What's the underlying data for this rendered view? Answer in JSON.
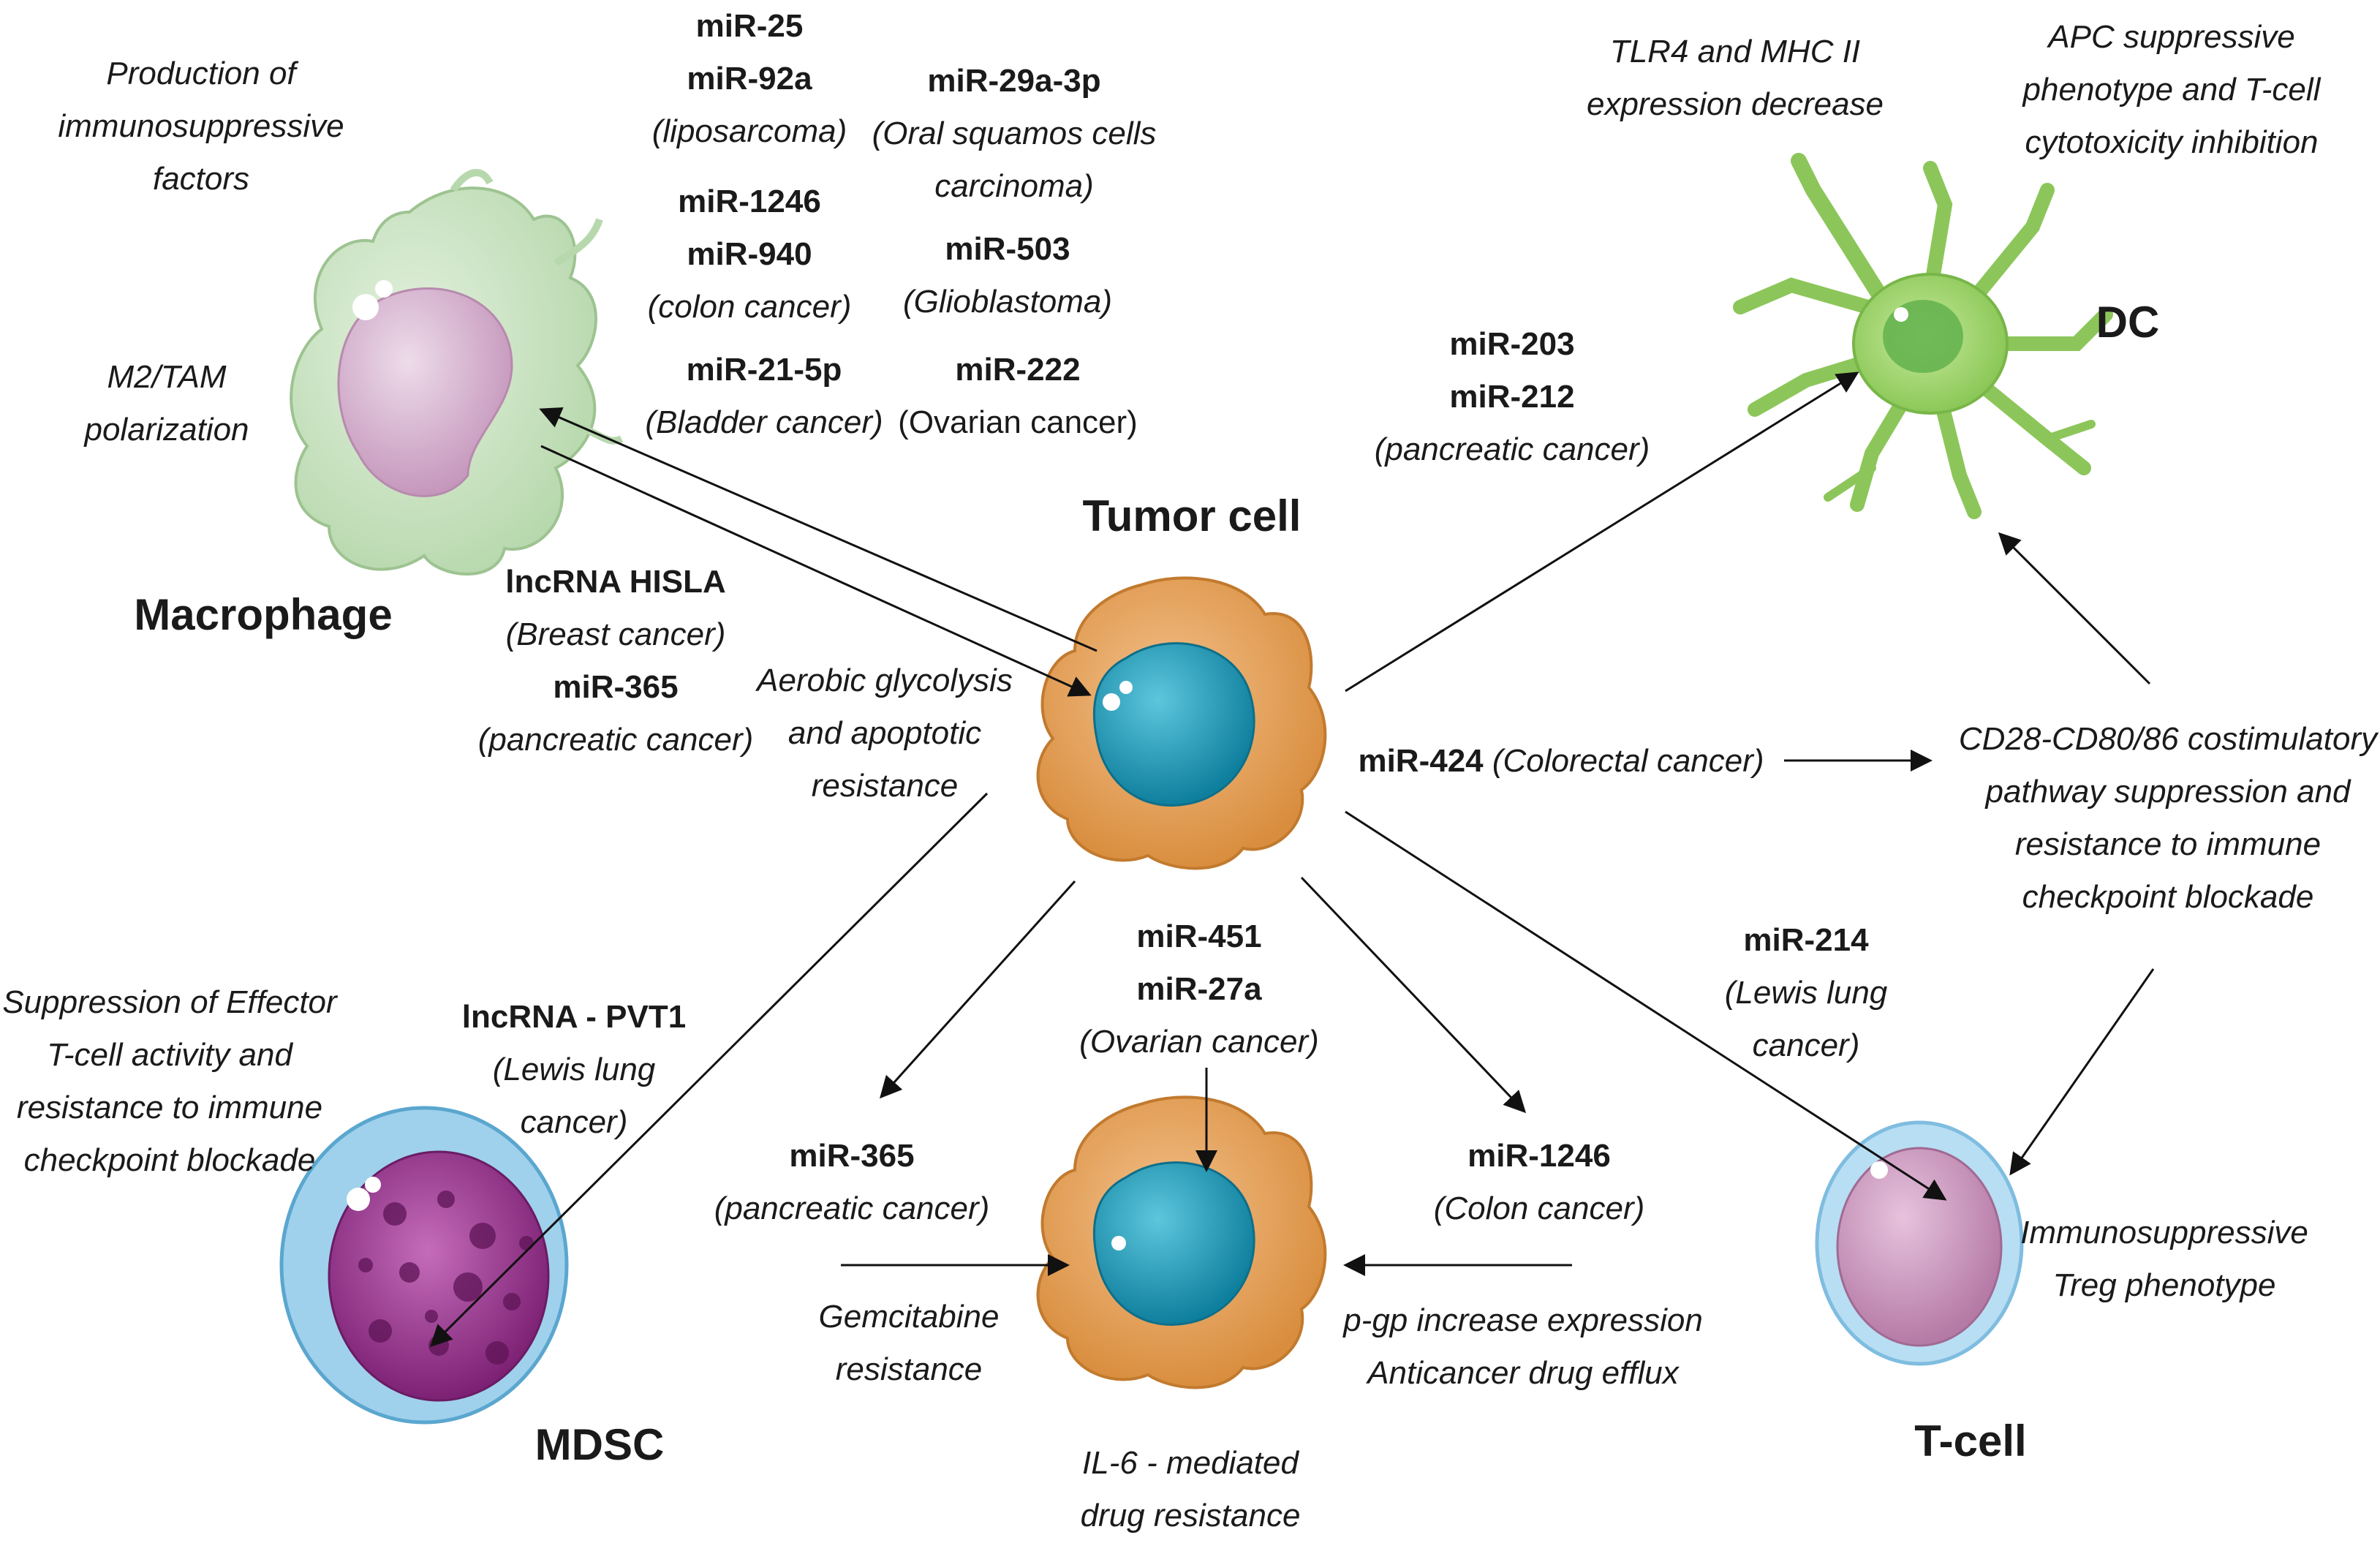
{
  "cells": {
    "tumor": "Tumor cell",
    "macrophage": "Macrophage",
    "dc": "DC",
    "mdsc": "MDSC",
    "tcell": "T-cell"
  },
  "macrophage_effects": {
    "production": [
      "Production of",
      "immunosuppressive",
      "factors"
    ],
    "polarization": [
      "M2/TAM",
      "polarization"
    ]
  },
  "tumor_to_macrophage": {
    "g1": {
      "mirs": [
        "miR-25",
        "miR-92a"
      ],
      "cancer": "(liposarcoma)"
    },
    "g2": {
      "mirs": [
        "miR-29a-3p"
      ],
      "cancer": [
        "(Oral squamos cells",
        "carcinoma)"
      ]
    },
    "g3": {
      "mirs": [
        "miR-1246",
        "miR-940"
      ],
      "cancer": "(colon cancer)"
    },
    "g4": {
      "mirs": [
        "miR-503"
      ],
      "cancer": "(Glioblastoma)"
    },
    "g5": {
      "mirs": [
        "miR-21-5p"
      ],
      "cancer": "(Bladder cancer)"
    },
    "g6": {
      "mirs": [
        "miR-222"
      ],
      "cancer": "(Ovarian cancer)"
    }
  },
  "macrophage_to_tumor": {
    "lnc": "lncRNA HISLA",
    "lnc_cancer": "(Breast cancer)",
    "mir": "miR-365",
    "mir_cancer": "(pancreatic cancer)",
    "effect": [
      "Aerobic glycolysis",
      "and apoptotic",
      "resistance"
    ]
  },
  "tumor_to_dc": {
    "mirs": [
      "miR-203",
      "miR-212"
    ],
    "cancer": "(pancreatic cancer)"
  },
  "dc_effects": {
    "tlr4": [
      "TLR4 and MHC II",
      "expression decrease"
    ],
    "apc": [
      "APC suppressive",
      "phenotype and T-cell",
      "cytotoxicity inhibition"
    ]
  },
  "costim": {
    "mir": "miR-424",
    "cancer": "(Colorectal cancer)",
    "effect": [
      "CD28-CD80/86 costimulatory",
      "pathway suppression and",
      "resistance to immune",
      "checkpoint blockade"
    ]
  },
  "tumor_to_tcell": {
    "mir": "miR-214",
    "cancer": [
      "(Lewis lung",
      "cancer)"
    ],
    "effect": [
      "Immunosuppressive",
      "Treg phenotype"
    ]
  },
  "tumor_to_mdsc": {
    "lnc": "lncRNA - PVT1",
    "cancer": [
      "(Lewis lung",
      "cancer)"
    ],
    "effect": [
      "Suppression of Effector",
      "T-cell activity and",
      "resistance to immune",
      "checkpoint blockade"
    ]
  },
  "drug_resistance": {
    "left_mir": "miR-365",
    "left_cancer": "(pancreatic cancer)",
    "left_effect": [
      "Gemcitabine",
      "resistance"
    ],
    "top_mirs": [
      "miR-451",
      "miR-27a"
    ],
    "top_cancer": "(Ovarian cancer)",
    "right_mir": "miR-1246",
    "right_cancer": "(Colon cancer)",
    "right_effect": [
      "p-gp increase expression",
      "Anticancer drug efflux"
    ],
    "bottom_effect": [
      "IL-6 - mediated",
      "drug resistance"
    ]
  },
  "colors": {
    "tumor_body": "#e9a963",
    "tumor_nucleus": "#2aa3bf",
    "macrophage_body": "#cfe6c9",
    "macrophage_nucleus": "#d9b7d3",
    "dc_body": "#9ed36a",
    "dc_nucleus": "#5fb048",
    "mdsc_outer": "#8ecbe8",
    "mdsc_inner": "#9a2f8f",
    "tcell_outer": "#a9d4ee",
    "tcell_inner": "#c996bd",
    "arrow": "#111111"
  }
}
